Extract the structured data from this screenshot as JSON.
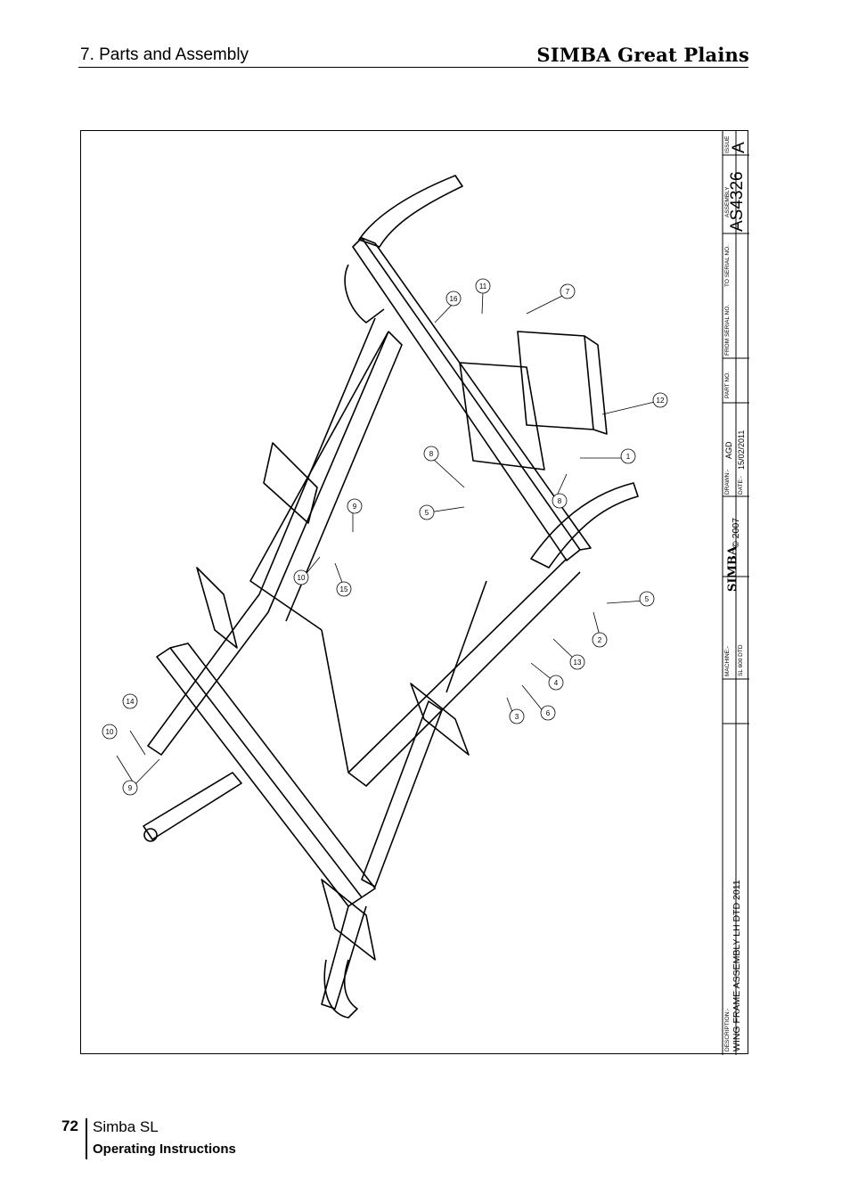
{
  "header": {
    "section_title": "7. Parts and Assembly",
    "brand": "SIMBA Great Plains"
  },
  "title_block": {
    "description_label": "DESCRIPTION:-",
    "description": "WING FRAME ASSEMBLY LH DTD 2011",
    "machine_label": "MACHINE:-",
    "machine": "SL 600 DTD",
    "logo_text": "SIMBA",
    "copyright": "© 2007",
    "drawn_label": "DRAWN:-",
    "drawn": "AGD",
    "date_label": "DATE:-",
    "date": "15/02/2011",
    "part_no_label": "PART NO.",
    "from_serial_label": "FROM SERIAL NO.",
    "to_serial_label": "TO SERIAL NO.",
    "assembly_label": "ASSEMBLY",
    "assembly": "AS4326",
    "issue_label": "ISSUE",
    "issue": "A"
  },
  "callouts": [
    "16",
    "11",
    "7",
    "12",
    "1",
    "8",
    "8",
    "5",
    "9",
    "10",
    "15",
    "5",
    "2",
    "13",
    "4",
    "3",
    "6",
    "14",
    "10",
    "9"
  ],
  "footer": {
    "page_number": "72",
    "product": "Simba SL",
    "subtitle": "Operating Instructions"
  }
}
